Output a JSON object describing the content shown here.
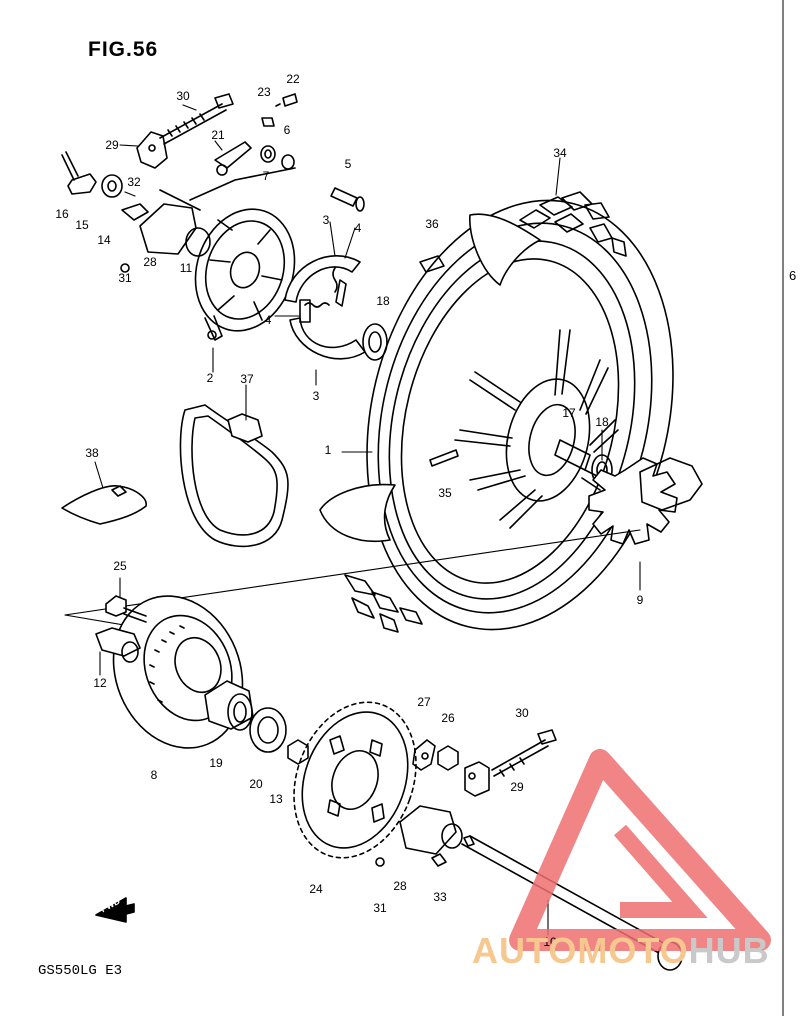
{
  "figure": {
    "title": "FIG.56",
    "model_code": "GS550LG E3",
    "fwd_label": "FWD",
    "edge_mark": "6"
  },
  "watermark": {
    "text_a": "AUTOMOTO",
    "text_b": "HUB",
    "color_triangle": "#ef6f6f",
    "color_text_a": "#f6c890",
    "color_text_b": "#c9c9c9"
  },
  "callouts": [
    "1",
    "2",
    "3",
    "3",
    "4",
    "4",
    "5",
    "6",
    "7",
    "8",
    "9",
    "10",
    "11",
    "12",
    "13",
    "14",
    "15",
    "16",
    "17",
    "18",
    "18",
    "19",
    "20",
    "21",
    "22",
    "23",
    "24",
    "25",
    "26",
    "27",
    "28",
    "28",
    "29",
    "29",
    "30",
    "30",
    "31",
    "31",
    "32",
    "33",
    "34",
    "35",
    "36",
    "37",
    "38"
  ],
  "colors": {
    "line": "#000000",
    "background": "#ffffff"
  }
}
